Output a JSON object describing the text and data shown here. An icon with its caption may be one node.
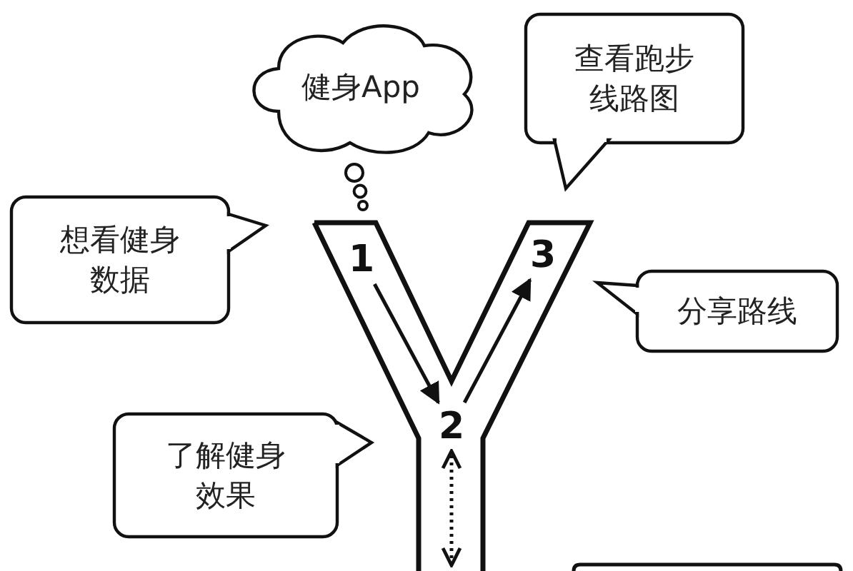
{
  "diagram": {
    "nodes": [
      {
        "text": [
          "健身App"
        ]
      },
      {
        "text": [
          "查看跑步线路图"
        ]
      },
      {
        "text": [
          "想看健身数据"
        ]
      },
      {
        "text": [
          "1"
        ]
      },
      {
        "text": [
          "3"
        ]
      },
      {
        "text": [
          "分享路线"
        ]
      },
      {
        "text": [
          "了解健身效果"
        ]
      },
      {
        "text": [
          "2"
        ]
      },
      {
        "text": [],
        "shape": "box"
      }
    ],
    "edges": [
      {
        "from": 3,
        "to": 7,
        "arrow": "to"
      },
      {
        "from": 7,
        "to": 4,
        "arrow": "to"
      },
      {
        "from": null,
        "to": 7,
        "arrow": "both",
        "style": "dashed"
      }
    ]
  }
}
